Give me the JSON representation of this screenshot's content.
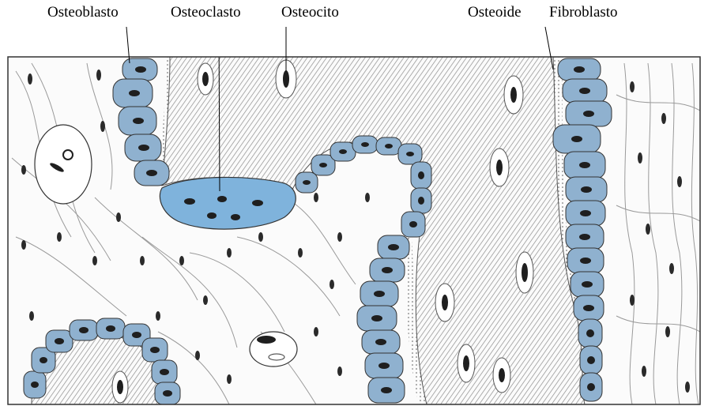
{
  "labels": {
    "osteoblasto": "Osteoblasto",
    "osteoclasto": "Osteoclasto",
    "osteocito": "Osteocito",
    "osteoide": "Osteoide",
    "fibroblasto": "Fibroblasto"
  },
  "colors": {
    "cell_blue": "#8fb1cf",
    "osteoclast_blue": "#7fb3dc",
    "nucleus": "#1f1f1f",
    "bone_hatch": "#8c8c8c",
    "outline": "#333333"
  }
}
